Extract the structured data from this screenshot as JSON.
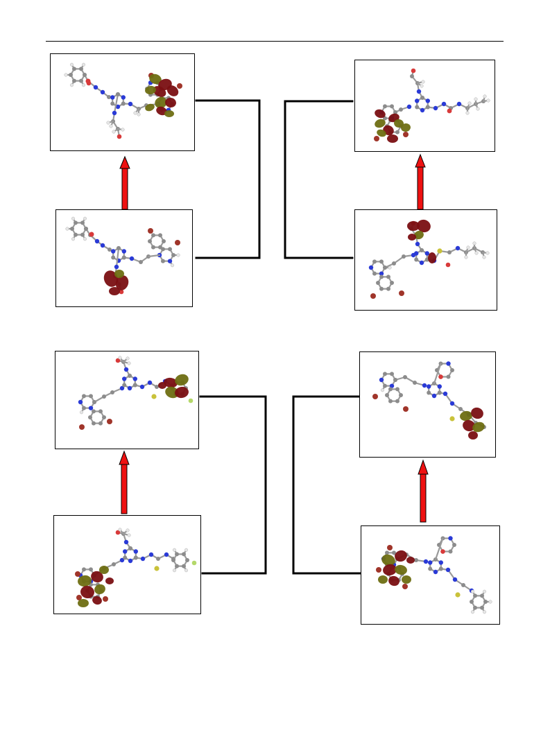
{
  "colors": {
    "arrow": "#ee1111",
    "orbital_positive": "#7a0f12",
    "orbital_negative": "#6e6e12",
    "nitrogen": "#2a3ad6",
    "oxygen": "#d83a3a",
    "bromine": "#a0352a",
    "sulfur": "#c9c23a",
    "fluorine": "#b4d86a",
    "carbon": "#8c8c8c",
    "hydrogen": "#e6e6e6"
  },
  "pairs": [
    {
      "id": "top-left",
      "upper": {
        "orbital_on": "bromo-quinazoline",
        "tail": "phenyl-amide-oh"
      },
      "lower": {
        "orbital_on": "hydroxyethyl",
        "tail": "phenyl-amide-oh"
      }
    },
    {
      "id": "top-right",
      "upper": {
        "orbital_on": "bromo-quinazoline",
        "tail": "butyl-amide-oh"
      },
      "lower": {
        "orbital_on": "hydroxyethyl",
        "tail": "butyl-amide-oh"
      }
    },
    {
      "id": "bottom-left",
      "upper": {
        "orbital_on": "fluorophenyl",
        "tail": "fluorophenyl-thio"
      },
      "lower": {
        "orbital_on": "bromo-quinazoline",
        "tail": "fluorophenyl-thio"
      }
    },
    {
      "id": "bottom-right",
      "upper": {
        "orbital_on": "tolyl-thio",
        "tail": "tolyl-thio"
      },
      "lower": {
        "orbital_on": "bromo-quinazoline",
        "tail": "tolyl-thio"
      }
    }
  ]
}
